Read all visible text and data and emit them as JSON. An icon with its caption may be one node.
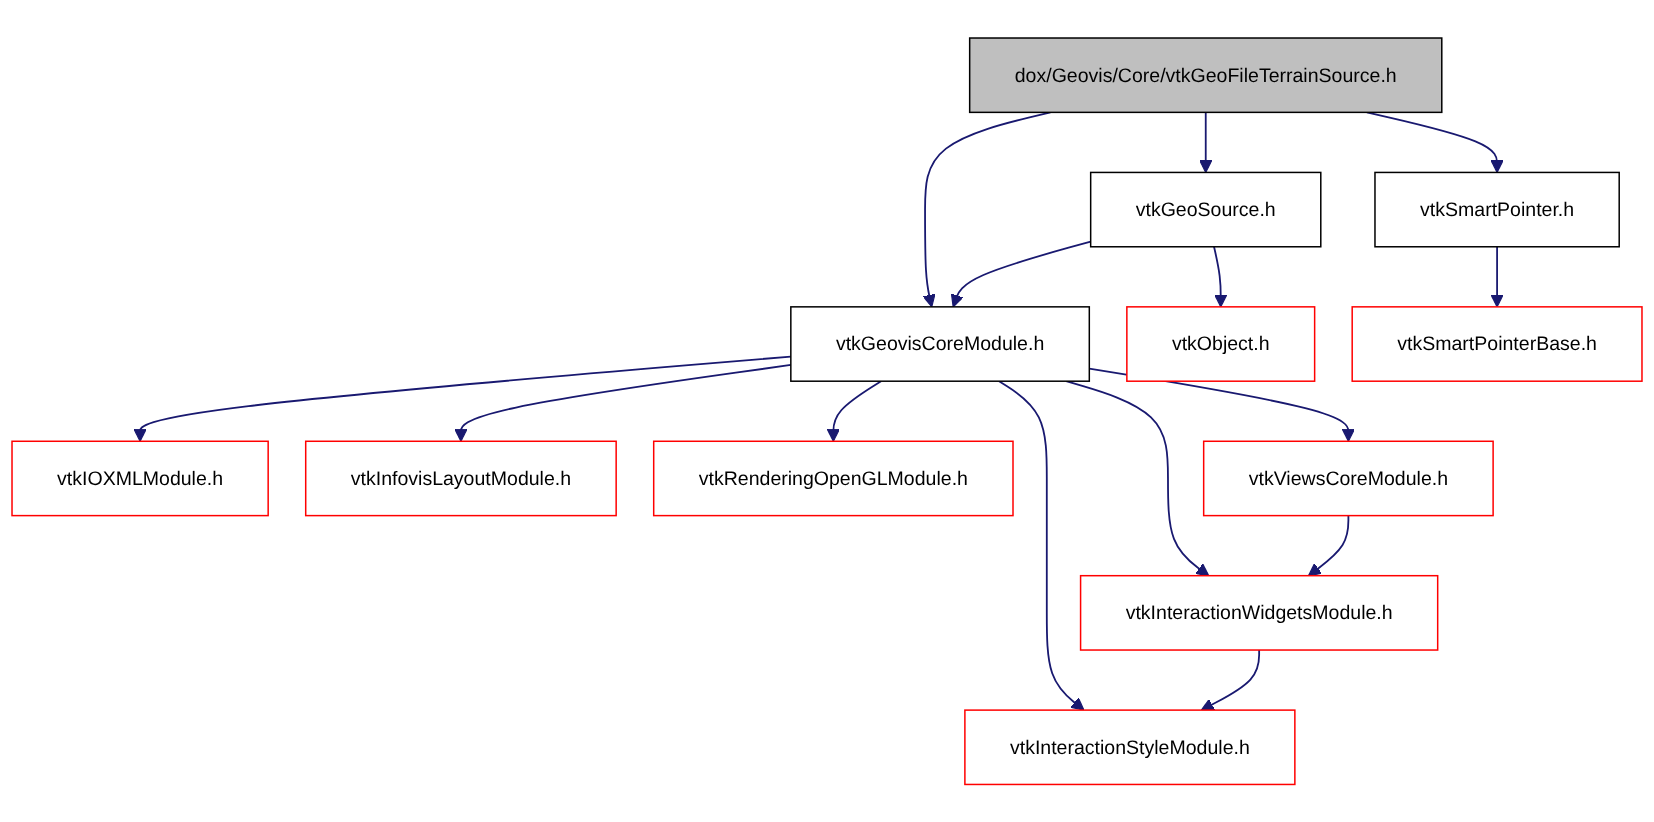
{
  "diagram": {
    "nodes": [
      {
        "text": [
          "dox/Geovis/Core/vtkGeoFileTerrainSource.h"
        ]
      },
      {
        "text": [
          "vtkGeoSource.h"
        ]
      },
      {
        "text": [
          "vtkSmartPointer.h"
        ]
      },
      {
        "text": [
          "vtkGeovisCoreModule.h"
        ]
      },
      {
        "text": [
          "vtkObject.h"
        ]
      },
      {
        "text": [
          "vtkSmartPointerBase.h"
        ]
      },
      {
        "text": [
          "vtkIOXMLModule.h"
        ]
      },
      {
        "text": [
          "vtkInfovisLayoutModule.h"
        ]
      },
      {
        "text": [
          "vtkRenderingOpenGLModule.h"
        ]
      },
      {
        "text": [
          "vtkViewsCoreModule.h"
        ]
      },
      {
        "text": [
          "vtkInteractionWidgetsModule.h"
        ]
      },
      {
        "text": [
          "vtkInteractionStyleModule.h"
        ]
      }
    ],
    "edges": [
      {
        "from": 0,
        "to": 3,
        "arrow": "to"
      },
      {
        "from": 0,
        "to": 1,
        "arrow": "to"
      },
      {
        "from": 0,
        "to": 2,
        "arrow": "to"
      },
      {
        "from": 1,
        "to": 3,
        "arrow": "to"
      },
      {
        "from": 1,
        "to": 4,
        "arrow": "to"
      },
      {
        "from": 2,
        "to": 5,
        "arrow": "to"
      },
      {
        "from": 3,
        "to": 6,
        "arrow": "to"
      },
      {
        "from": 3,
        "to": 7,
        "arrow": "to"
      },
      {
        "from": 3,
        "to": 11,
        "arrow": "to"
      },
      {
        "from": 3,
        "to": 10,
        "arrow": "to"
      },
      {
        "from": 3,
        "to": 8,
        "arrow": "to"
      },
      {
        "from": 3,
        "to": 9,
        "arrow": "to"
      },
      {
        "from": 9,
        "to": 10,
        "arrow": "to"
      },
      {
        "from": 10,
        "to": 11,
        "arrow": "to"
      }
    ]
  }
}
